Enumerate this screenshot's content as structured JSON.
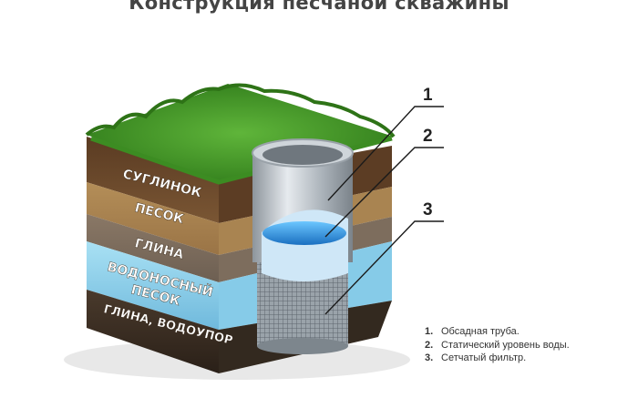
{
  "title": "Конструкция песчаной скважины",
  "layers": [
    "СУГЛИНОК",
    "ПЕСОК",
    "ГЛИНА",
    "ВОДОНОСНЫЙ",
    "ПЕСОК",
    "ГЛИНА, ВОДОУПОР"
  ],
  "callouts": [
    "1",
    "2",
    "3"
  ],
  "legend": [
    {
      "num": "1.",
      "text": "Обсадная труба."
    },
    {
      "num": "2.",
      "text": "Статический уровень воды."
    },
    {
      "num": "3.",
      "text": "Сетчатый фильтр."
    }
  ],
  "colors": {
    "grass": "#3f8f24",
    "loam": "#6b4a2c",
    "sand": "#b08a55",
    "clay": "#7a6a5a",
    "aquifer": "#8fd3ee",
    "bedrock": "#3a2e24",
    "pipe": "#b9c0c6",
    "water": "#2a8fe0"
  }
}
